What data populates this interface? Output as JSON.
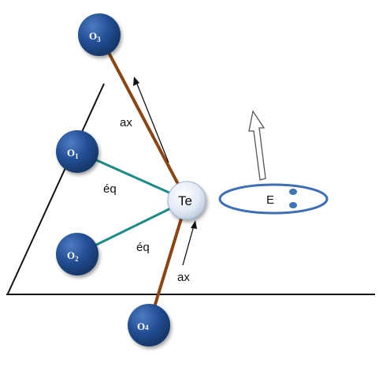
{
  "diagram": {
    "center_atom": "Te",
    "lone_pair_label": "E",
    "oxygens": [
      {
        "symbol": "O",
        "index": "3"
      },
      {
        "symbol": "O",
        "index": "1"
      },
      {
        "symbol": "O",
        "index": "2"
      },
      {
        "symbol": "O",
        "index": "4"
      }
    ],
    "bond_labels": {
      "axial_top": "ax",
      "axial_bottom": "ax",
      "equatorial_1": "éq",
      "equatorial_2": "éq"
    },
    "colors": {
      "axial_bond": "#8b4513",
      "equatorial_bond": "#1e8b8b",
      "oxygen_atom": "#1f4a8a",
      "tellurium_atom": "#e8eef7",
      "lone_pair_outline": "#3c6fb5",
      "lone_pair_dots": "#3f74b8"
    }
  }
}
